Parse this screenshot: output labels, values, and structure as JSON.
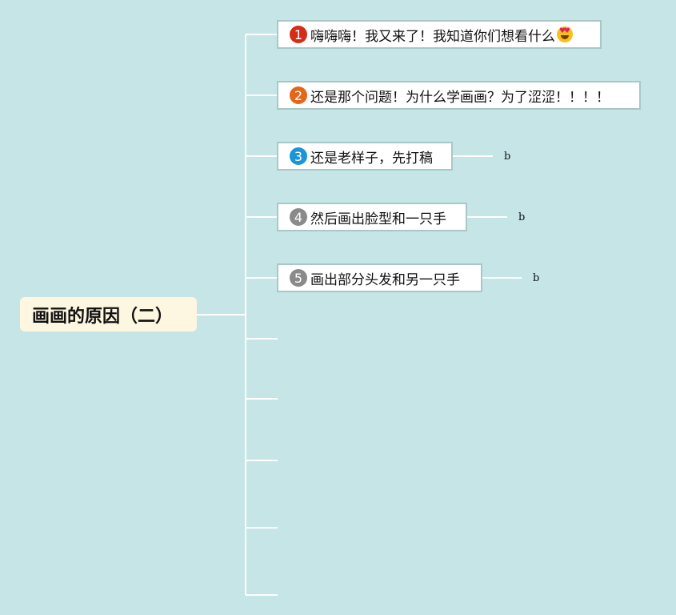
{
  "root": {
    "label": "画画的原因（二）"
  },
  "nodes": [
    {
      "badge": "1",
      "text": "嗨嗨嗨！我又来了！我知道你们想看什么",
      "color": "#d42e1b",
      "emoji": "heart-eyes-emoji-icon"
    },
    {
      "badge": "2",
      "text": "还是那个问题！为什么学画画？为了涩涩！！！！",
      "color": "#e4661b"
    },
    {
      "badge": "3",
      "text": "还是老样子，先打稿",
      "color": "#1b95d6",
      "note": "b"
    },
    {
      "badge": "4",
      "text": "然后画出脸型和一只手",
      "color": "#8a8a8a",
      "note": "b"
    },
    {
      "badge": "5",
      "text": "画出部分头发和另一只手",
      "color": "#8a8a8a",
      "note": "b"
    }
  ],
  "colors": {
    "background": "#c6e5e6",
    "connector": "#ffffff",
    "root_fill": "#fdf6e0"
  }
}
